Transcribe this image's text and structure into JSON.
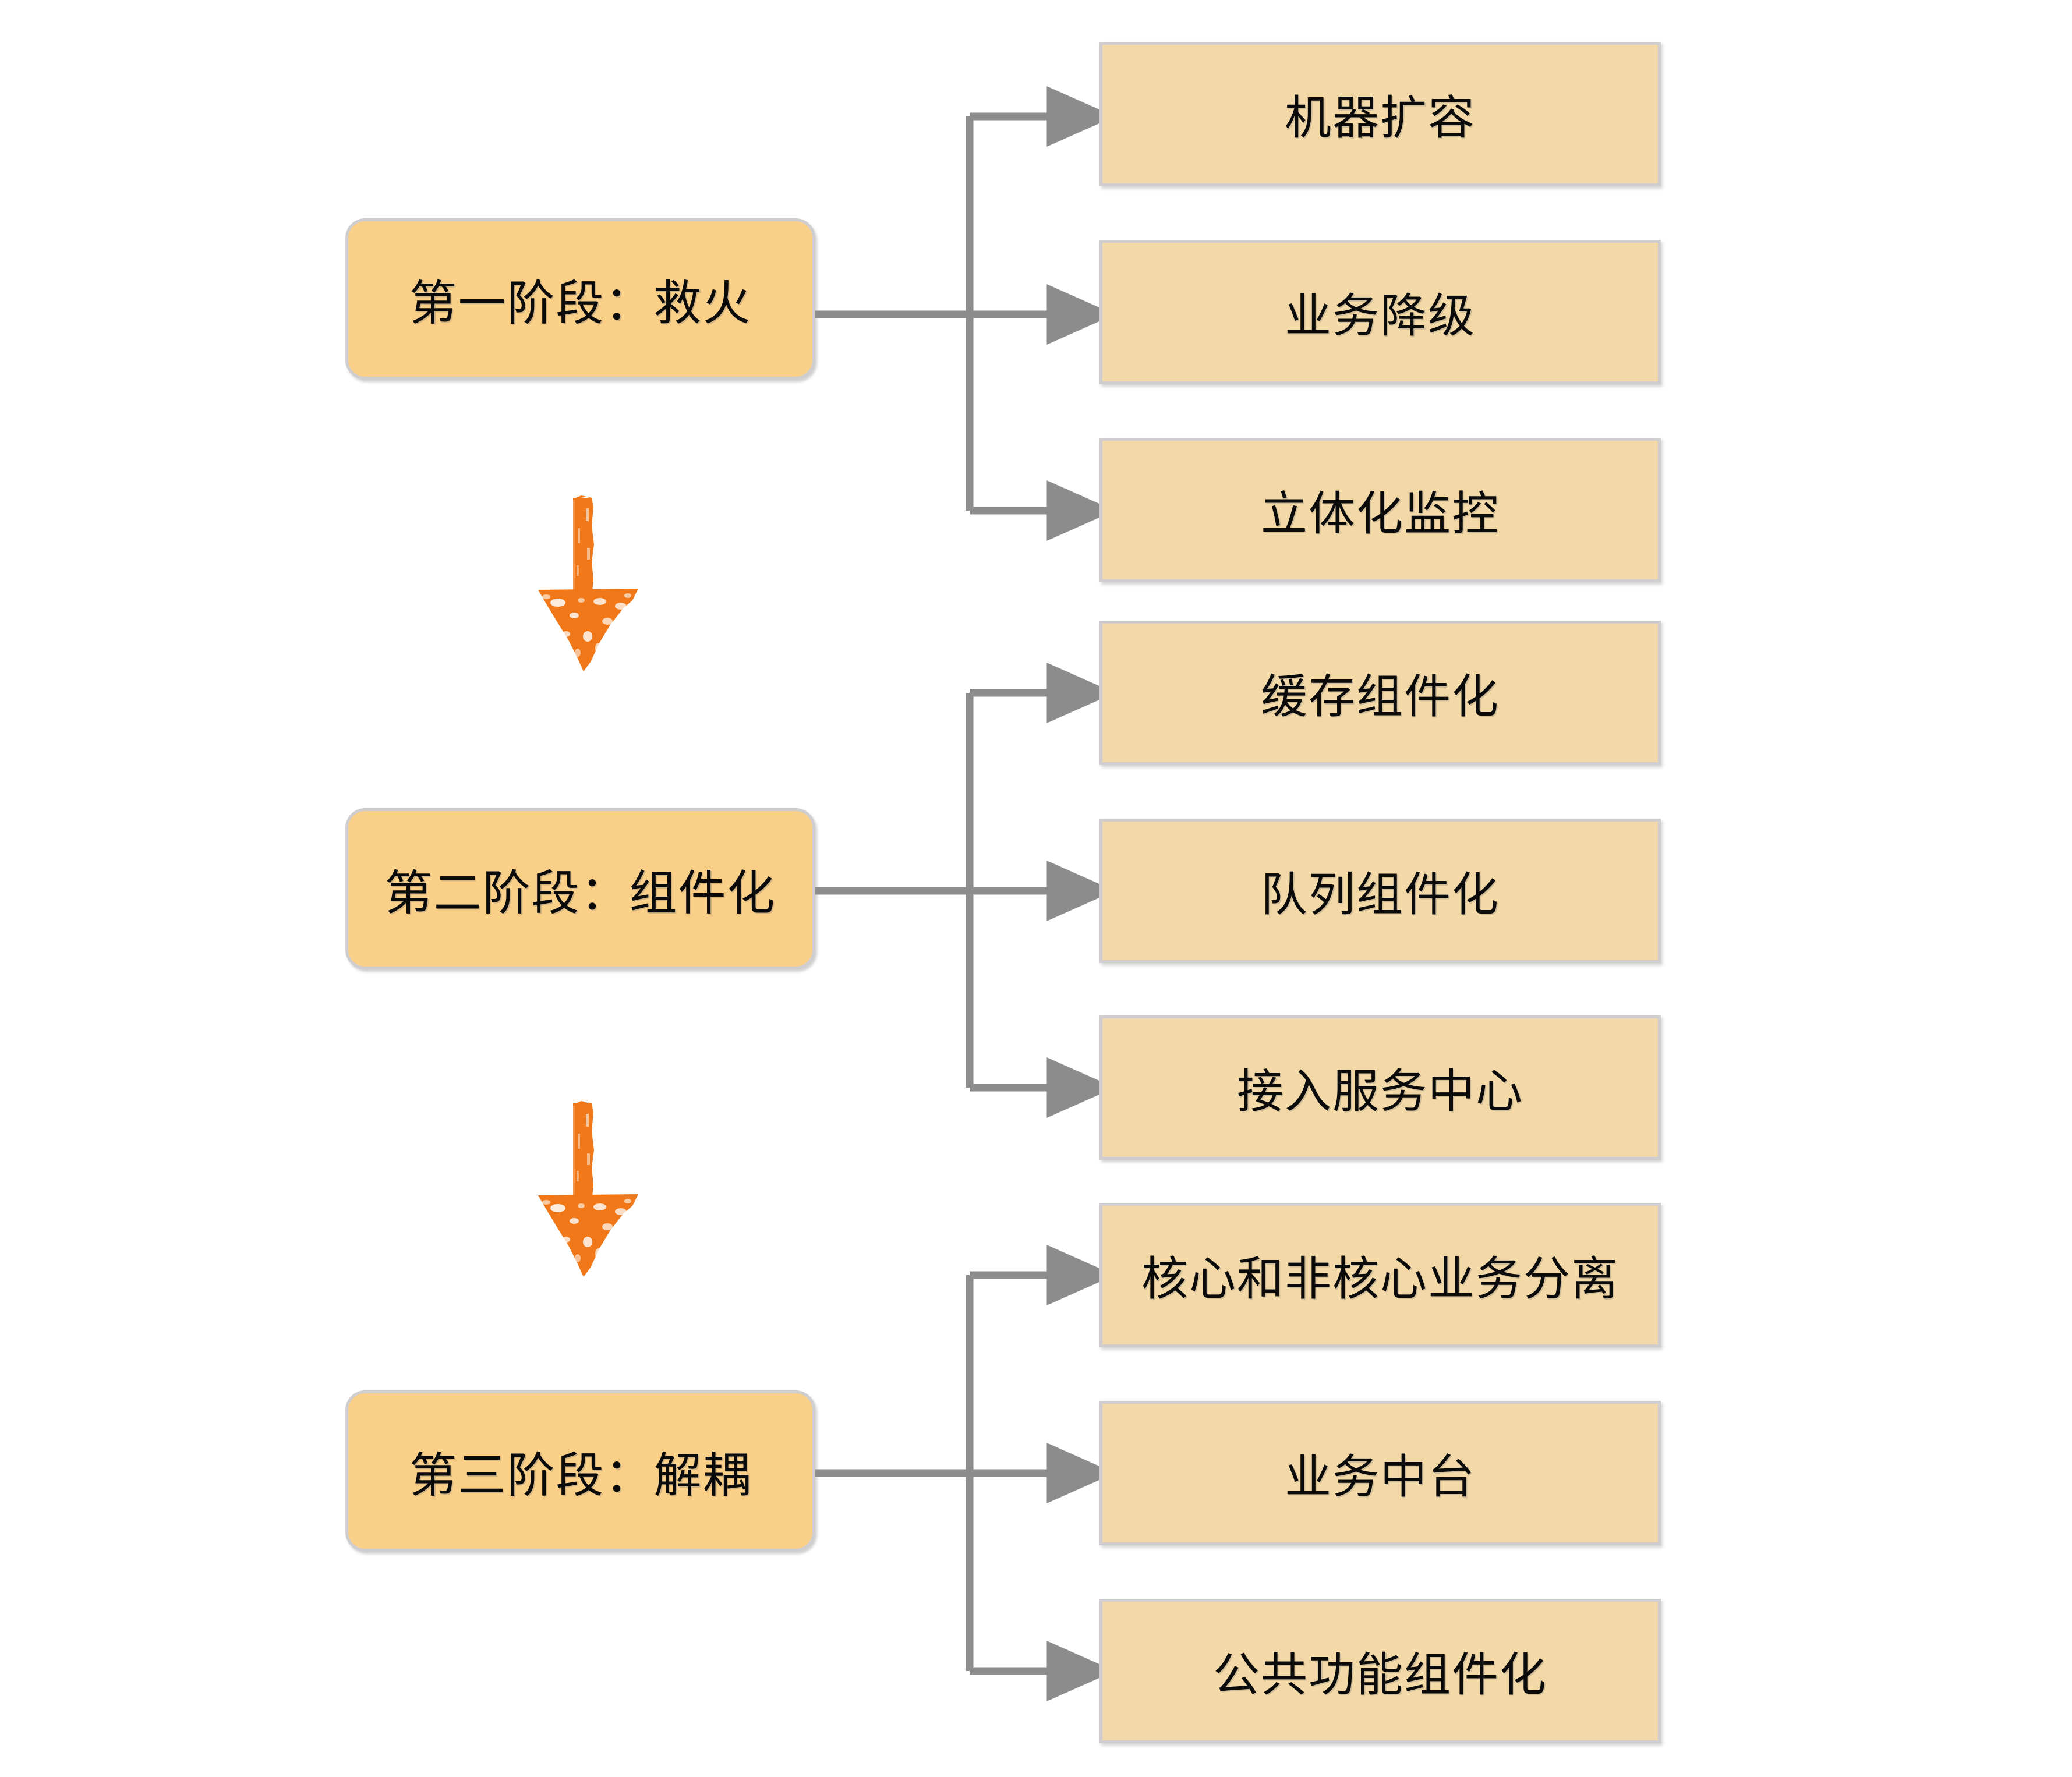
{
  "diagram": {
    "type": "flowchart",
    "orientation": "vertical-stages-with-horizontal-branches",
    "colors": {
      "stage_fill": "#facf88",
      "task_fill": "#f3d9a7",
      "box_border": "#cfcdd0",
      "connector": "#8c8c8c",
      "flow_arrow": "#f07818",
      "background": "#ffffff",
      "text": "#0b0b0b"
    },
    "stages": [
      {
        "id": "stage-1",
        "label": "第一阶段：救火",
        "tasks": [
          {
            "id": "task-1-1",
            "label": "机器扩容"
          },
          {
            "id": "task-1-2",
            "label": "业务降级"
          },
          {
            "id": "task-1-3",
            "label": "立体化监控"
          }
        ]
      },
      {
        "id": "stage-2",
        "label": "第二阶段：组件化",
        "tasks": [
          {
            "id": "task-2-1",
            "label": "缓存组件化"
          },
          {
            "id": "task-2-2",
            "label": "队列组件化"
          },
          {
            "id": "task-2-3",
            "label": "接入服务中心"
          }
        ]
      },
      {
        "id": "stage-3",
        "label": "第三阶段：解耦",
        "tasks": [
          {
            "id": "task-3-1",
            "label": "核心和非核心业务分离"
          },
          {
            "id": "task-3-2",
            "label": "业务中台"
          },
          {
            "id": "task-3-3",
            "label": "公共功能组件化"
          }
        ]
      }
    ],
    "flow_arrows": [
      {
        "id": "flow-arrow-1",
        "from": "stage-1",
        "to": "stage-2",
        "icon": "down-arrow-icon"
      },
      {
        "id": "flow-arrow-2",
        "from": "stage-2",
        "to": "stage-3",
        "icon": "down-arrow-icon"
      }
    ]
  }
}
